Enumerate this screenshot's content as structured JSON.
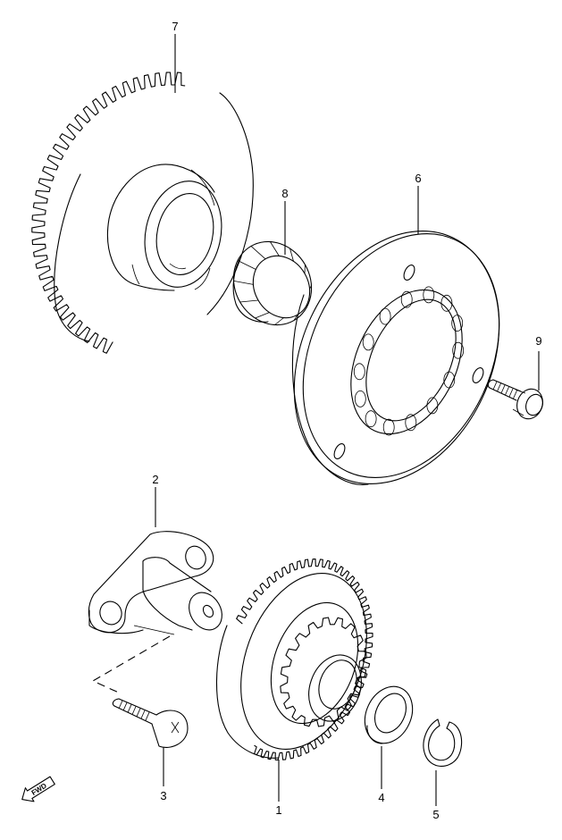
{
  "diagram": {
    "type": "exploded-parts-diagram",
    "callouts": {
      "p1": "1",
      "p2": "2",
      "p3": "3",
      "p4": "4",
      "p5": "5",
      "p6": "6",
      "p7": "7",
      "p8": "8",
      "p9": "9"
    },
    "direction_label": "FWD"
  }
}
